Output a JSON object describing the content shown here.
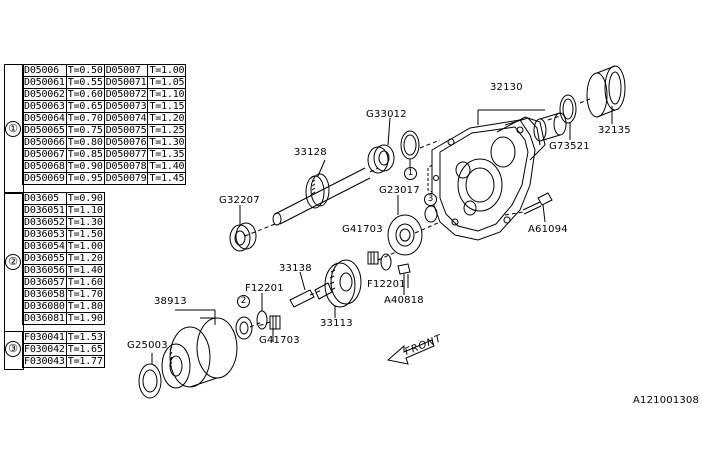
{
  "groups": [
    {
      "number": "①",
      "rows": [
        [
          "D05006",
          "T=0.50",
          "D05007",
          "T=1.00"
        ],
        [
          "D050061",
          "T=0.55",
          "D050071",
          "T=1.05"
        ],
        [
          "D050062",
          "T=0.60",
          "D050072",
          "T=1.10"
        ],
        [
          "D050063",
          "T=0.65",
          "D050073",
          "T=1.15"
        ],
        [
          "D050064",
          "T=0.70",
          "D050074",
          "T=1.20"
        ],
        [
          "D050065",
          "T=0.75",
          "D050075",
          "T=1.25"
        ],
        [
          "D050066",
          "T=0.80",
          "D050076",
          "T=1.30"
        ],
        [
          "D050067",
          "T=0.85",
          "D050077",
          "T=1.35"
        ],
        [
          "D050068",
          "T=0.90",
          "D050078",
          "T=1.40"
        ],
        [
          "D050069",
          "T=0.95",
          "D050079",
          "T=1.45"
        ]
      ]
    },
    {
      "number": "②",
      "rows": [
        [
          "D03605",
          "T=0.90"
        ],
        [
          "D036051",
          "T=1.10"
        ],
        [
          "D036052",
          "T=1.30"
        ],
        [
          "D036053",
          "T=1.50"
        ],
        [
          "D036054",
          "T=1.00"
        ],
        [
          "D036055",
          "T=1.20"
        ],
        [
          "D036056",
          "T=1.40"
        ],
        [
          "D036057",
          "T=1.60"
        ],
        [
          "D036058",
          "T=1.70"
        ],
        [
          "D036080",
          "T=1.80"
        ],
        [
          "D036081",
          "T=1.90"
        ]
      ]
    },
    {
      "number": "③",
      "rows": [
        [
          "F030041",
          "T=1.53"
        ],
        [
          "F030042",
          "T=1.65"
        ],
        [
          "F030043",
          "T=1.77"
        ]
      ]
    }
  ],
  "labels": {
    "p32130": "32130",
    "p32135": "32135",
    "g73521": "G73521",
    "g33012": "G33012",
    "p33128": "33128",
    "g23017": "G23017",
    "g32207": "G32207",
    "g41703a": "G41703",
    "a61094": "A61094",
    "p33138": "33138",
    "f12201a": "F12201",
    "f12201b": "F12201",
    "a40818": "A40818",
    "p38913": "38913",
    "p33113": "33113",
    "g41703b": "G41703",
    "g25003": "G25003",
    "front": "FRONT",
    "figure_id": "A121001308"
  },
  "callouts": {
    "c1": "1",
    "c2": "2",
    "c3": "3"
  }
}
